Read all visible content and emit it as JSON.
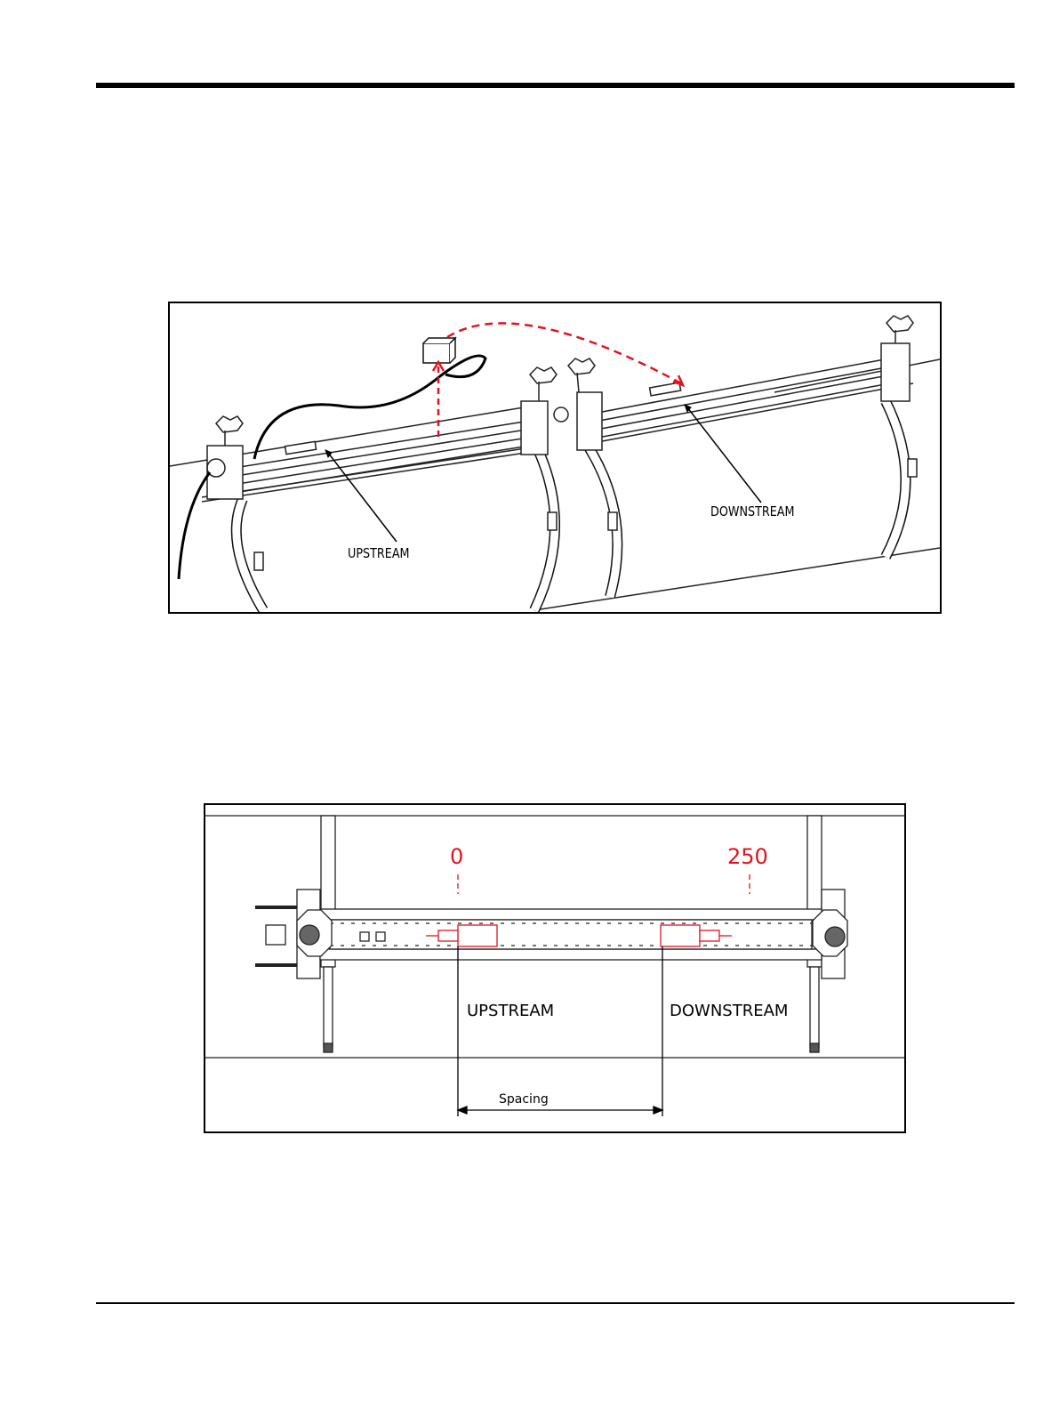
{
  "figure1": {
    "labels": {
      "upstream": "UPSTREAM",
      "downstream": "DOWNSTREAM"
    }
  },
  "figure2": {
    "scale_start": "0",
    "scale_end": "250",
    "labels": {
      "upstream": "UPSTREAM",
      "downstream": "DOWNSTREAM",
      "spacing": "Spacing"
    }
  },
  "colors": {
    "accent_red": "#e0141e",
    "line": "#000000"
  }
}
